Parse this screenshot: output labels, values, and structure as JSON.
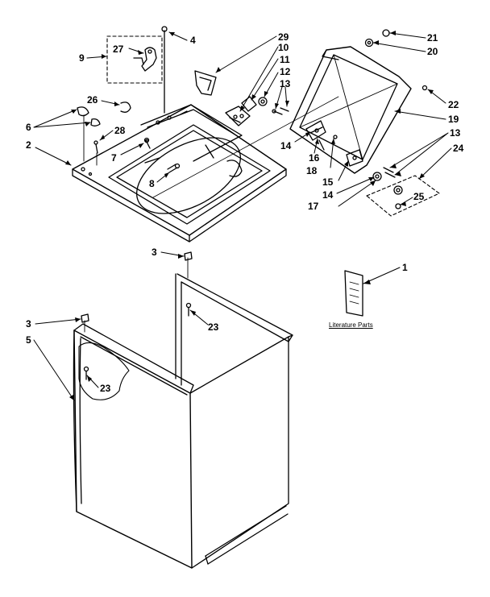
{
  "callouts": {
    "n1": "1",
    "n2": "2",
    "n3a": "3",
    "n3b": "3",
    "n4": "4",
    "n5": "5",
    "n6": "6",
    "n7": "7",
    "n8": "8",
    "n9": "9",
    "n10": "10",
    "n11": "11",
    "n12": "12",
    "n13a": "13",
    "n13b": "13",
    "n14a": "14",
    "n14b": "14",
    "n15": "15",
    "n16": "16",
    "n17": "17",
    "n18": "18",
    "n19": "19",
    "n20": "20",
    "n21": "21",
    "n22": "22",
    "n23a": "23",
    "n23b": "23",
    "n24": "24",
    "n25": "25",
    "n26": "26",
    "n27": "27",
    "n28": "28",
    "n29": "29"
  },
  "literature_label": "Literature Parts",
  "colors": {
    "ink": "#000000",
    "paper": "#ffffff"
  }
}
